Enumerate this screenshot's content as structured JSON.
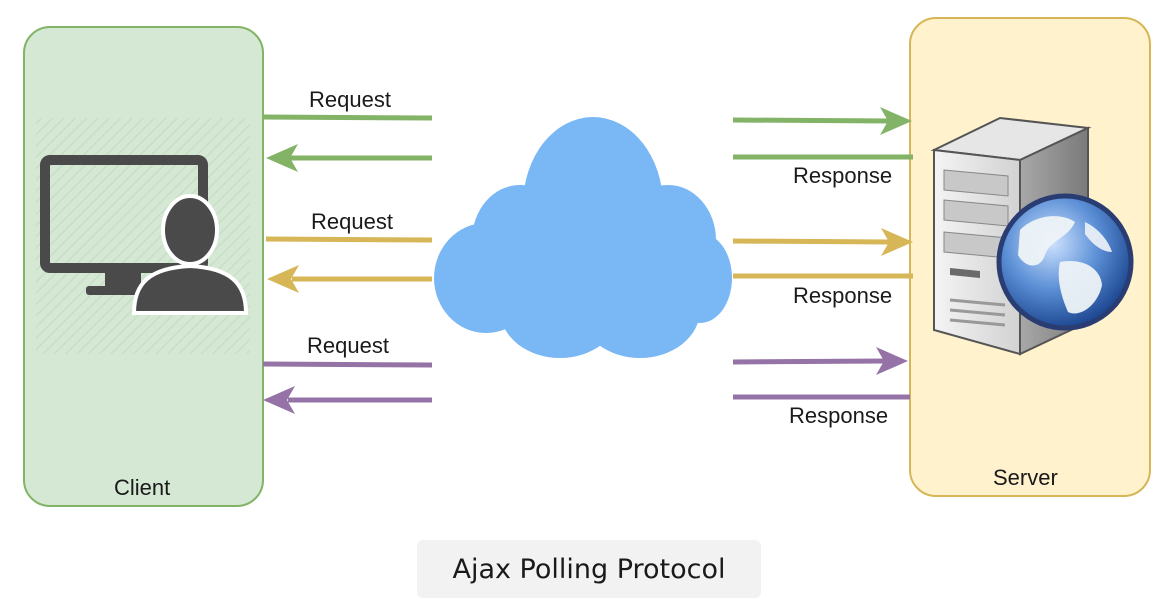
{
  "title": "Ajax Polling Protocol",
  "client": {
    "label": "Client",
    "fill": "#d5e8d4",
    "stroke": "#82b366"
  },
  "server": {
    "label": "Server",
    "fill": "#fff2cc",
    "stroke": "#d6b656"
  },
  "cloud": {
    "fill": "#7ab8f5"
  },
  "exchanges": [
    {
      "request_label": "Request",
      "response_label": "Response",
      "color": "#82b366"
    },
    {
      "request_label": "Request",
      "response_label": "Response",
      "color": "#d6b656"
    },
    {
      "request_label": "Request",
      "response_label": "Response",
      "color": "#9673a6"
    }
  ],
  "icons": {
    "client": "user-computer-icon",
    "server": "server-globe-icon",
    "network": "cloud-icon"
  }
}
